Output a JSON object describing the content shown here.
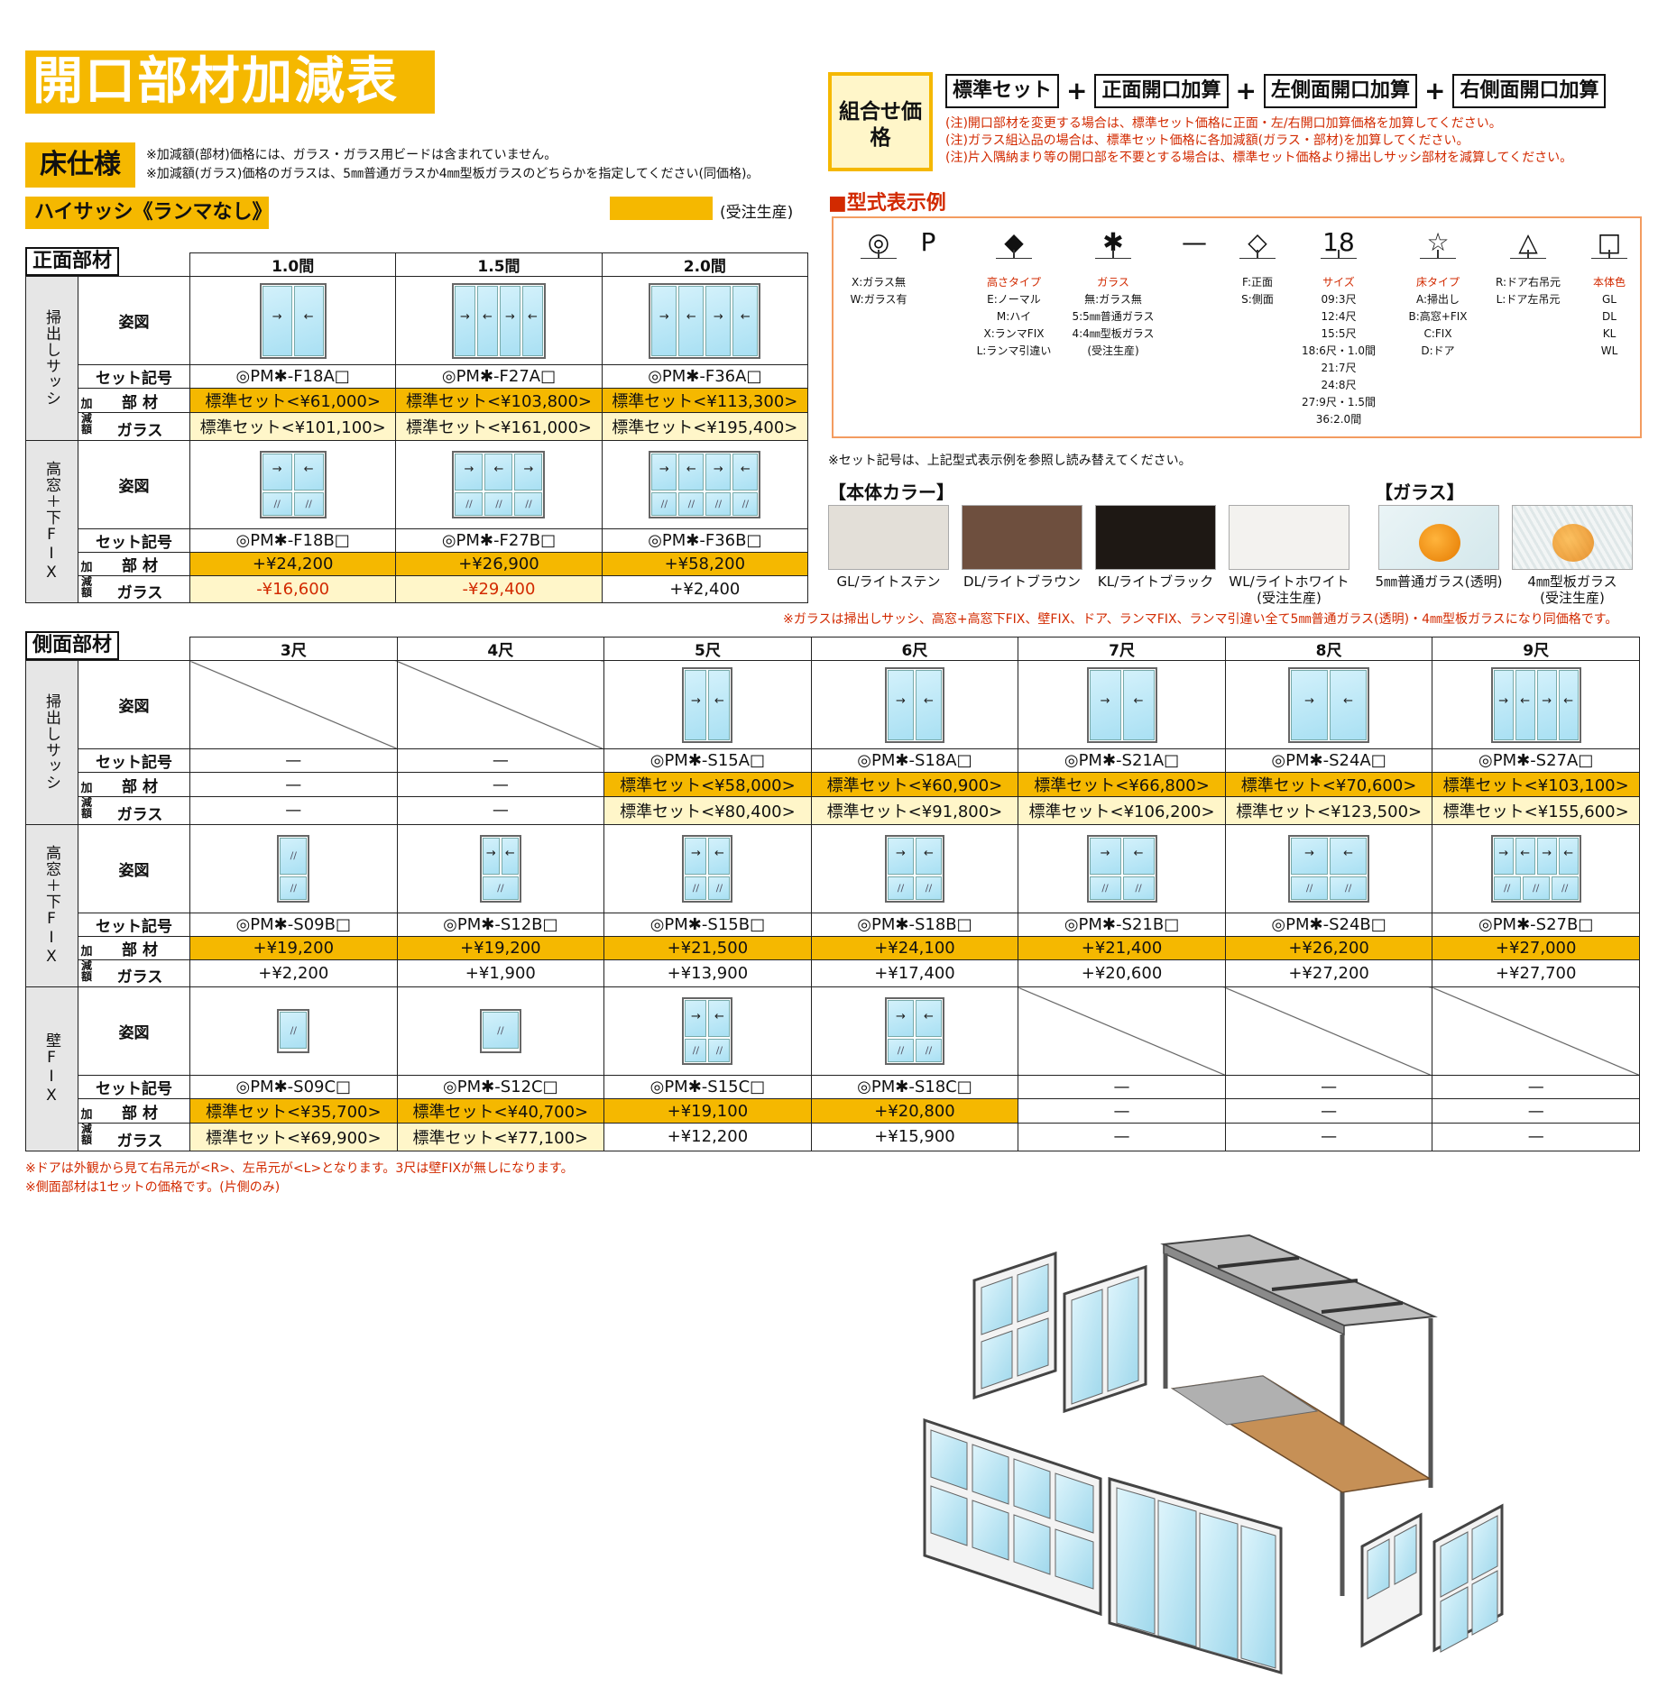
{
  "title": "開口部材加減表",
  "floor_label": "床仕様",
  "floor_notes": [
    "※加減額(部材)価格には、ガラス・ガラス用ビードは含まれていません。",
    "※加減額(ガラス)価格のガラスは、5㎜普通ガラスか4㎜型板ガラスのどちらかを指定してください(同価格)。"
  ],
  "hisashi_label": "ハイサッシ《ランマなし》",
  "made_to_order_label": "(受注生産)",
  "labels": {
    "fig": "姿図",
    "set": "セット記号",
    "adj": "加減額",
    "parts": "部 材",
    "glass": "ガラス"
  },
  "front": {
    "title": "正面部材",
    "headers": [
      "1.0間",
      "1.5間",
      "2.0間"
    ],
    "groups": [
      {
        "name": "掃出しサッシ",
        "codes": [
          "◎PM✱-F18A□",
          "◎PM✱-F27A□",
          "◎PM✱-F36A□"
        ],
        "parts": [
          "標準セット<¥61,000>",
          "標準セット<¥103,800>",
          "標準セット<¥113,300>"
        ],
        "glass": [
          "標準セット<¥101,100>",
          "標準セット<¥161,000>",
          "標準セット<¥195,400>"
        ]
      },
      {
        "name": "高窓+下FIX",
        "codes": [
          "◎PM✱-F18B□",
          "◎PM✱-F27B□",
          "◎PM✱-F36B□"
        ],
        "parts": [
          "+¥24,200",
          "+¥26,900",
          "+¥58,200"
        ],
        "glass": [
          "-¥16,600",
          "-¥29,400",
          "+¥2,400"
        ]
      }
    ]
  },
  "side": {
    "title": "側面部材",
    "headers": [
      "3尺",
      "4尺",
      "5尺",
      "6尺",
      "7尺",
      "8尺",
      "9尺"
    ],
    "groups": [
      {
        "name": "掃出しサッシ",
        "codes": [
          "—",
          "—",
          "◎PM✱-S15A□",
          "◎PM✱-S18A□",
          "◎PM✱-S21A□",
          "◎PM✱-S24A□",
          "◎PM✱-S27A□"
        ],
        "parts": [
          "—",
          "—",
          "標準セット<¥58,000>",
          "標準セット<¥60,900>",
          "標準セット<¥66,800>",
          "標準セット<¥70,600>",
          "標準セット<¥103,100>"
        ],
        "glass": [
          "—",
          "—",
          "標準セット<¥80,400>",
          "標準セット<¥91,800>",
          "標準セット<¥106,200>",
          "標準セット<¥123,500>",
          "標準セット<¥155,600>"
        ]
      },
      {
        "name": "高窓+下FIX",
        "codes": [
          "◎PM✱-S09B□",
          "◎PM✱-S12B□",
          "◎PM✱-S15B□",
          "◎PM✱-S18B□",
          "◎PM✱-S21B□",
          "◎PM✱-S24B□",
          "◎PM✱-S27B□"
        ],
        "parts": [
          "+¥19,200",
          "+¥19,200",
          "+¥21,500",
          "+¥24,100",
          "+¥21,400",
          "+¥26,200",
          "+¥27,000"
        ],
        "glass": [
          "+¥2,200",
          "+¥1,900",
          "+¥13,900",
          "+¥17,400",
          "+¥20,600",
          "+¥27,200",
          "+¥27,700"
        ]
      },
      {
        "name": "壁FIX",
        "codes": [
          "◎PM✱-S09C□",
          "◎PM✱-S12C□",
          "◎PM✱-S15C□",
          "◎PM✱-S18C□",
          "—",
          "—",
          "—"
        ],
        "parts": [
          "標準セット<¥35,700>",
          "標準セット<¥40,700>",
          "+¥19,100",
          "+¥20,800",
          "—",
          "—",
          "—"
        ],
        "glass": [
          "標準セット<¥69,900>",
          "標準セット<¥77,100>",
          "+¥12,200",
          "+¥15,900",
          "—",
          "—",
          "—"
        ]
      }
    ]
  },
  "combo": {
    "label": "組合せ価格",
    "items": [
      "標準セット",
      "正面開口加算",
      "左側面開口加算",
      "右側面開口加算"
    ],
    "plus": "+",
    "notes": [
      "(注)開口部材を変更する場合は、標準セット価格に正面・左/右開口加算価格を加算してください。",
      "(注)ガラス組込品の場合は、標準セット価格に各加減額(ガラス・部材)を加算してください。",
      "(注)片入隅納まり等の開口部を不要とする場合は、標準セット価格より掃出しサッシ部材を減算してください。"
    ]
  },
  "model": {
    "title": "■型式表示例",
    "columns": [
      {
        "sym": "◎",
        "head": "",
        "lines": [
          "X:ガラス無",
          "W:ガラス有"
        ]
      },
      {
        "sym": "P",
        "head": "",
        "lines": []
      },
      {
        "sym": "◆",
        "head": "高さタイプ",
        "lines": [
          "E:ノーマル",
          "M:ハイ",
          "X:ランマFIX",
          "L:ランマ引違い"
        ]
      },
      {
        "sym": "✱",
        "head": "ガラス",
        "lines": [
          "無:ガラス無",
          "5:5㎜普通ガラス",
          "4:4㎜型板ガラス",
          "(受注生産)"
        ]
      },
      {
        "sym": "—",
        "head": "",
        "lines": []
      },
      {
        "sym": "◇",
        "head": "",
        "lines": [
          "F:正面",
          "S:側面"
        ]
      },
      {
        "sym": "18",
        "head": "サイズ",
        "lines": [
          "09:3尺",
          "12:4尺",
          "15:5尺",
          "18:6尺・1.0間",
          "21:7尺",
          "24:8尺",
          "27:9尺・1.5間",
          "36:2.0間"
        ]
      },
      {
        "sym": "☆",
        "head": "床タイプ",
        "lines": [
          "A:掃出し",
          "B:高窓+FIX",
          "C:FIX",
          "D:ドア"
        ]
      },
      {
        "sym": "△",
        "head": "",
        "lines": [
          "R:ドア右吊元",
          "L:ドア左吊元"
        ]
      },
      {
        "sym": "□",
        "head": "本体色",
        "lines": [
          "GL",
          "DL",
          "KL",
          "WL"
        ]
      }
    ],
    "note": "※セット記号は、上記型式表示例を参照し読み替えてください。"
  },
  "colors": {
    "title": "【本体カラー】",
    "items": [
      {
        "label": "GL/ライトステン",
        "hex": "#e3dfd8"
      },
      {
        "label": "DL/ライトブラウン",
        "hex": "#6e4f3e"
      },
      {
        "label": "KL/ライトブラック",
        "hex": "#1e1814"
      },
      {
        "label": "WL/ライトホワイト",
        "sub": "(受注生産)",
        "hex": "#f3f2ef"
      }
    ]
  },
  "glass": {
    "title": "【ガラス】",
    "items": [
      {
        "label": "5㎜普通ガラス(透明)"
      },
      {
        "label": "4㎜型板ガラス",
        "sub": "(受注生産)"
      }
    ],
    "note": "※ガラスは掃出しサッシ、高窓+高窓下FIX、壁FIX、ドア、ランマFIX、ランマ引違い全て5㎜普通ガラス(透明)・4㎜型板ガラスになり同価格です。"
  },
  "footnotes": [
    "※ドアは外観から見て右吊元が<R>、左吊元が<L>となります。3尺は壁FIXが無しになります。",
    "※側面部材は1セットの価格です。(片側のみ)"
  ],
  "accent_colors": {
    "yellow": "#f5b800",
    "light_yellow": "#fff6c9",
    "red": "#d22a00"
  }
}
